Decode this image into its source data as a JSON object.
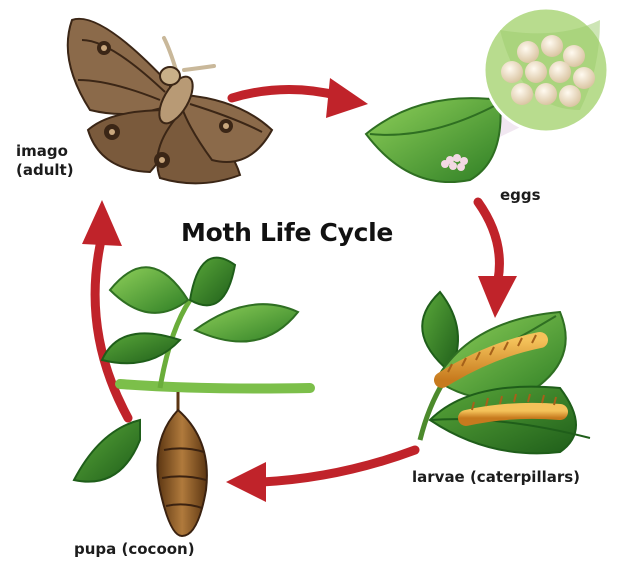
{
  "title": "Moth Life Cycle",
  "stages": {
    "imago_line1": "imago",
    "imago_line2": "(adult)",
    "eggs": "eggs",
    "larvae": "larvae (caterpillars)",
    "pupa": "pupa (cocoon)"
  },
  "colors": {
    "arrow": "#c0232a",
    "leaf": "#3d8f2e",
    "leaf_light": "#7dc04b",
    "moth": "#8b6a4a",
    "egg": "#f3e6cf",
    "caterpillar": "#e6a43a",
    "cocoon": "#8a5a2b"
  }
}
